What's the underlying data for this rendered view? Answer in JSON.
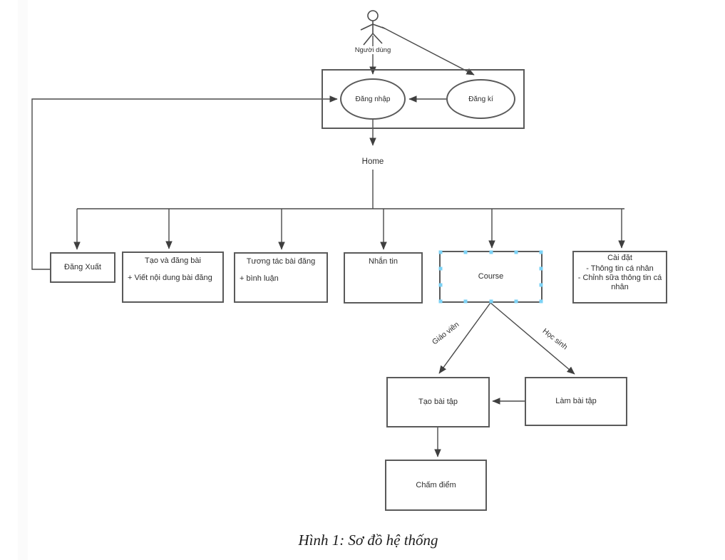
{
  "diagram": {
    "actor": {
      "label": "Người dùng"
    },
    "auth": {
      "login": "Đăng nhập",
      "register": "Đăng kí"
    },
    "home_label": "Home",
    "nodes": {
      "dang_xuat": {
        "title": "Đăng Xuất"
      },
      "tao_dang_bai": {
        "title": "Tạo và đăng bài",
        "detail": "+ Viết nội dung bài đăng"
      },
      "tuong_tac": {
        "title": "Tương tác bài đăng",
        "detail": "+ bình luận"
      },
      "nhan_tin": {
        "title": "Nhắn tin"
      },
      "course": {
        "title": "Course"
      },
      "cai_dat": {
        "title": "Cài đặt",
        "line1": "- Thông tin cá nhân",
        "line2": "- Chỉnh sữa thông tin cá nhân"
      },
      "tao_bai_tap": {
        "title": "Tạo bài tập"
      },
      "lam_bai_tap": {
        "title": "Làm bài tập"
      },
      "cham_diem": {
        "title": "Chấm điểm"
      }
    },
    "edge_labels": {
      "teacher": "Giáo viên",
      "student": "Học sinh"
    },
    "colors": {
      "line": "#4a4a4a",
      "border": "#5a5a5a",
      "selection_handle": "#7cd2f5"
    }
  },
  "caption": "Hình 1: Sơ đồ hệ thống"
}
